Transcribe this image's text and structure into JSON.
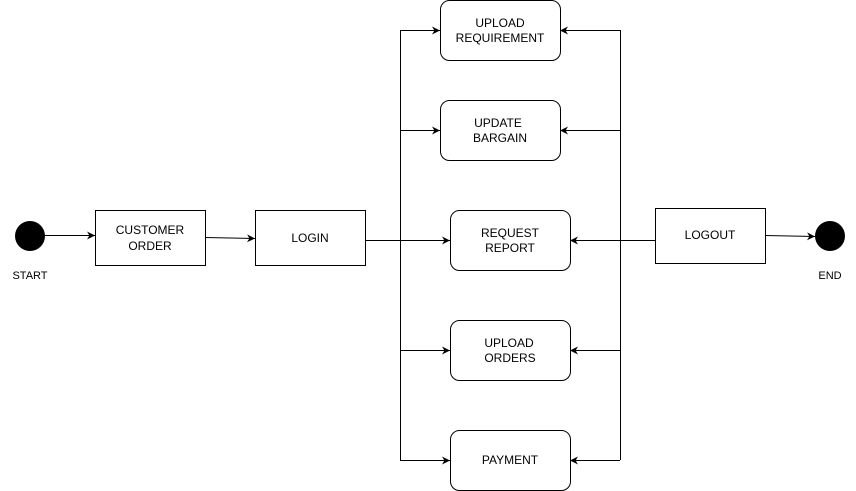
{
  "diagram": {
    "start_label": "START",
    "end_label": "END",
    "nodes": {
      "customer_order": [
        "CUSTOMER",
        "ORDER"
      ],
      "login": [
        "LOGIN"
      ],
      "upload_requirement": [
        "UPLOAD",
        "REQUIREMENT"
      ],
      "update_bargain": [
        "UPDATE",
        "BARGAIN"
      ],
      "request_report": [
        "REQUEST",
        "REPORT"
      ],
      "upload_orders": [
        "UPLOAD",
        "ORDERS"
      ],
      "payment": [
        "PAYMENT"
      ],
      "logout": [
        "LOGOUT"
      ]
    }
  }
}
